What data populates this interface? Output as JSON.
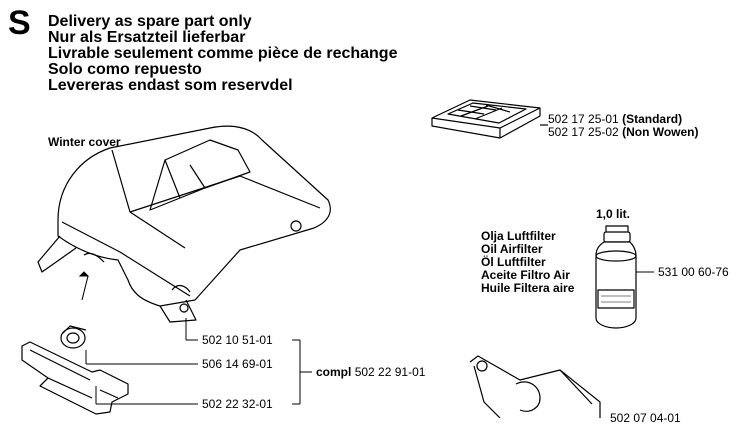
{
  "header": {
    "symbol": "S",
    "lines": [
      "Delivery as spare part only",
      "Nur als Ersatzteil lieferbar",
      "Livrable seulement comme pièce de rechange",
      "Solo como repuesto",
      "Levereras endast som reservdel"
    ]
  },
  "air_filter": {
    "part1_number": "502 17 25-01",
    "part1_desc": "(Standard)",
    "part2_number": "502 17 25-02",
    "part2_desc": "(Non Wowen)"
  },
  "winter_cover": {
    "title": "Winter cover",
    "parts": [
      "502 10 51-01",
      "506 14 69-01",
      "502 22 32-01"
    ],
    "compl_prefix": "compl",
    "compl_number": "502 22 91-01"
  },
  "oil": {
    "volume": "1,0 lit.",
    "names": [
      "Olja Luftfilter",
      "Oil Airfilter",
      "Öl Luftfilter",
      "Aceite Filtro Air",
      "Huile Filtera aire"
    ],
    "part_number": "531 00 60-76"
  },
  "bottom_right_partial": "502 07 04-01"
}
